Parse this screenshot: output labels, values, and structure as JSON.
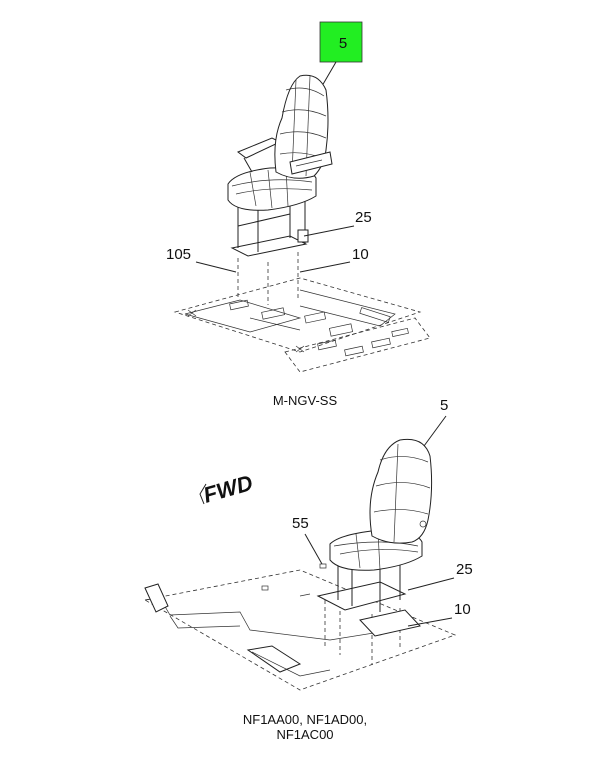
{
  "callouts": {
    "top_part_5": "5",
    "top_part_25": "25",
    "top_part_105": "105",
    "top_part_10": "10",
    "bottom_part_5": "5",
    "bottom_part_55": "55",
    "bottom_part_25": "25",
    "bottom_part_10": "10"
  },
  "captions": {
    "top_model": "M-NGV-SS",
    "bottom_models_line1": "NF1AA00, NF1AD00,",
    "bottom_models_line2": "NF1AC00"
  },
  "direction_label": "FWD",
  "colors": {
    "highlight_box": "#22ee22",
    "line": "#222222",
    "background": "#ffffff"
  }
}
